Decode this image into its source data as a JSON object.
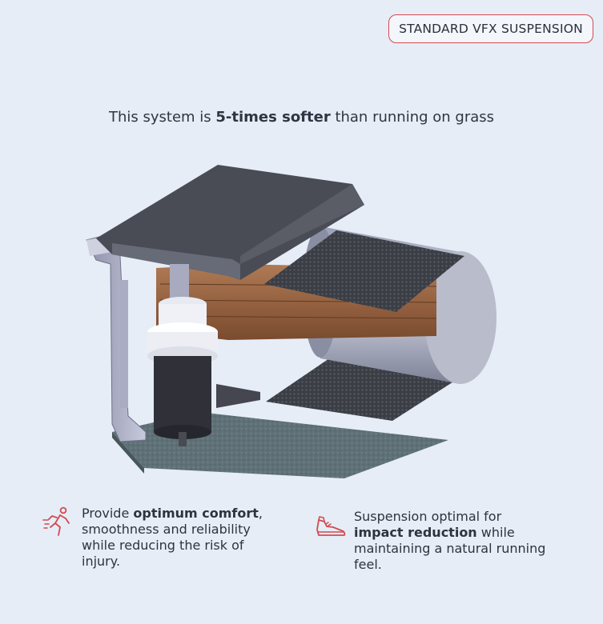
{
  "badge": {
    "label": "STANDARD VFX SUSPENSION"
  },
  "headline": {
    "pre": "This system is ",
    "bold": "5-times softer",
    "post": " than running on grass"
  },
  "features": [
    {
      "icon": "running-person-icon",
      "pre": "Provide ",
      "bold": "optimum comfort",
      "post": ", smoothness and reliability while reducing the risk of injury."
    },
    {
      "icon": "running-shoe-icon",
      "pre": "Suspension optimal for ",
      "bold": "impact reduction",
      "post": " while maintaining a natural running feel."
    }
  ],
  "colors": {
    "accent": "#d24a4f",
    "background": "#e6edf6",
    "text": "#2d3340"
  }
}
